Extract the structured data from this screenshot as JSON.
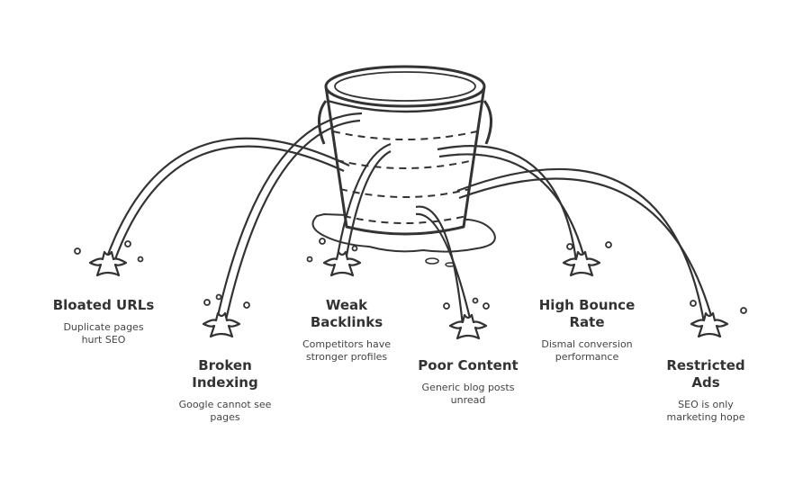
{
  "diagram": {
    "subject": "leaky-bucket",
    "leaks": [
      {
        "id": "bloated-urls",
        "title": "Bloated URLs",
        "description": "Duplicate pages\nhurt SEO"
      },
      {
        "id": "broken-indexing",
        "title": "Broken\nIndexing",
        "description": "Google cannot see\npages"
      },
      {
        "id": "weak-backlinks",
        "title": "Weak\nBacklinks",
        "description": "Competitors have\nstronger profiles"
      },
      {
        "id": "poor-content",
        "title": "Poor Content",
        "description": "Generic blog posts\nunread"
      },
      {
        "id": "high-bounce-rate",
        "title": "High Bounce\nRate",
        "description": "Dismal conversion\nperformance"
      },
      {
        "id": "restricted-ads",
        "title": "Restricted\nAds",
        "description": "SEO is only\nmarketing hope"
      }
    ]
  }
}
